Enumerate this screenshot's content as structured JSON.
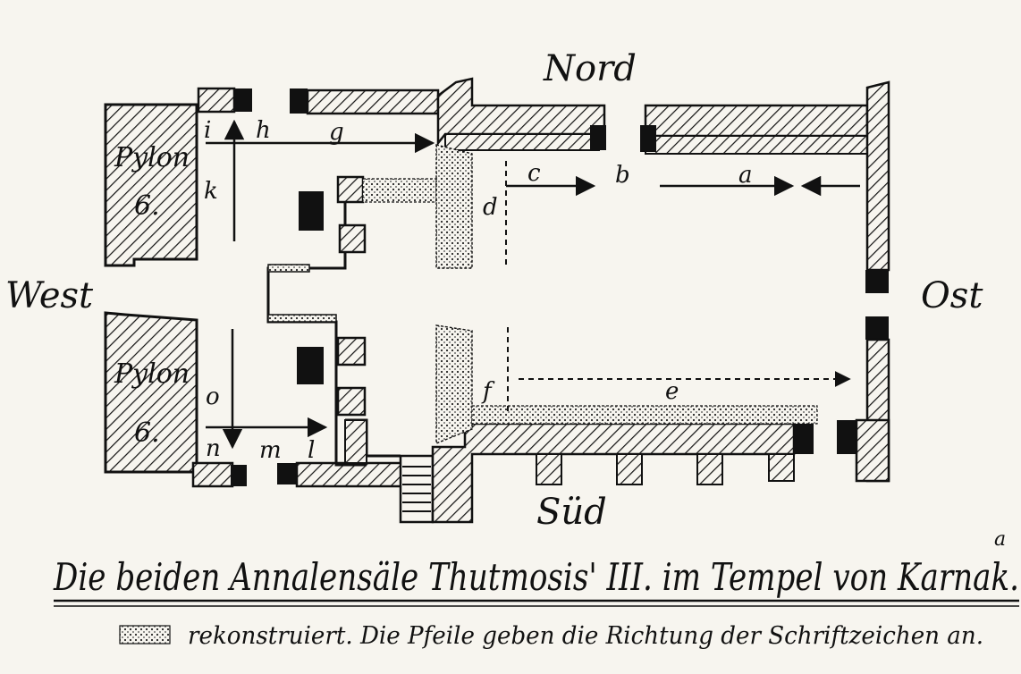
{
  "compass": {
    "north": "Nord",
    "south": "Süd",
    "west": "West",
    "east": "Ost"
  },
  "pylons": {
    "north": {
      "word": "Pylon",
      "number": "6."
    },
    "south": {
      "word": "Pylon",
      "number": "6."
    }
  },
  "letters": {
    "a": "a",
    "b": "b",
    "c": "c",
    "d": "d",
    "e": "e",
    "f": "f",
    "g": "g",
    "h": "h",
    "i": "i",
    "k": "k",
    "l": "l",
    "m": "m",
    "n": "n",
    "o": "o"
  },
  "caption": {
    "title": "Die beiden Annalensäle Thutmosis' III. im Tempel von Karnak.",
    "title_accent": "a",
    "legend": "rekonstruiert. Die Pfeile geben die Richtung der Schriftzeichen an."
  },
  "colors": {
    "ink": "#111111",
    "paper": "#f7f5ef"
  }
}
